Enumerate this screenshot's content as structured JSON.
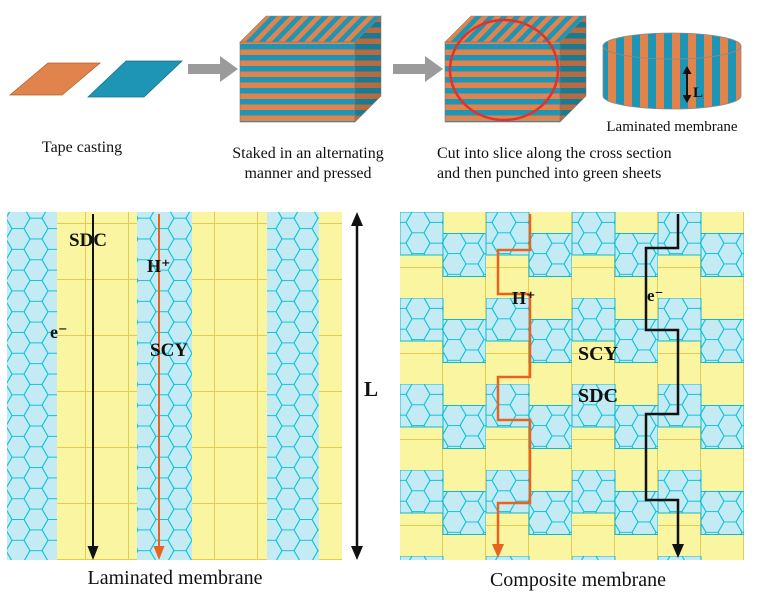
{
  "process": {
    "step1": {
      "label": "Tape casting"
    },
    "step2": {
      "line1": "Staked in an alternating",
      "line2": "manner and pressed"
    },
    "step3": {
      "line1": "Cut into slice along the cross section",
      "line2": "and then punched into green sheets"
    },
    "disc": {
      "label": "Laminated membrane",
      "thickness": "L"
    }
  },
  "laminated": {
    "sdc": "SDC",
    "scy": "SCY",
    "proton": "H⁺",
    "electron": "e⁻",
    "thickness": "L",
    "caption": "Laminated  membrane"
  },
  "composite": {
    "scy": "SCY",
    "sdc": "SDC",
    "proton": "H⁺",
    "electron": "e⁻",
    "caption": "Composite membrane"
  },
  "colors": {
    "tape_orange": "#E0834C",
    "tape_teal": "#1E95B4",
    "grain_fill": "#C4EBF4",
    "grain_edge": "#10C4DA",
    "matrix_yellow": "#F9F5A1",
    "grid_line": "#E3CB55",
    "cut_circle_red": "#E53128",
    "process_arrow_gray": "#9B9B9B",
    "proton_orange": "#E8641E",
    "electron_black": "#111111"
  }
}
